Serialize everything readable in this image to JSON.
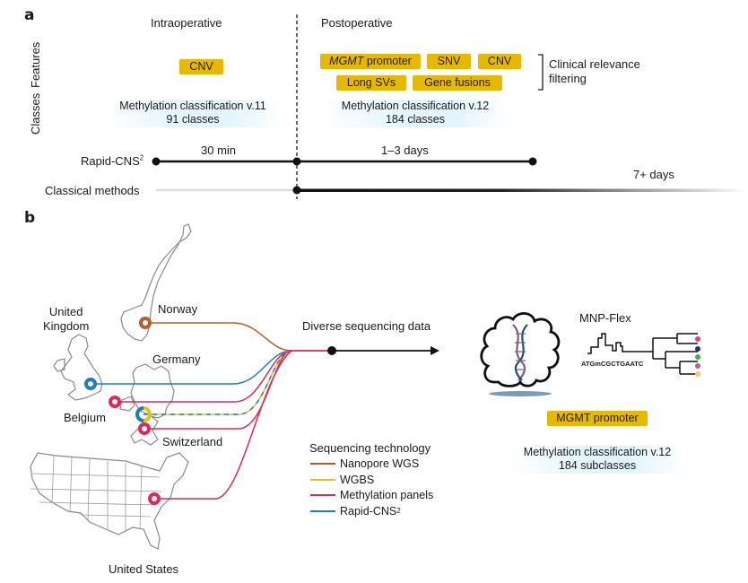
{
  "panel_a": {
    "label": "a",
    "row_labels": {
      "features": "Features",
      "classes": "Classes"
    },
    "intraoperative": {
      "header": "Intraoperative",
      "features": [
        "CNV"
      ],
      "classification": {
        "line1": "Methylation classification v.11",
        "line2": "91 classes"
      }
    },
    "postoperative": {
      "header": "Postoperative",
      "features_row1": [
        {
          "italic": "MGMT",
          "text": " promoter"
        },
        {
          "italic": "",
          "text": "SNV"
        },
        {
          "italic": "",
          "text": "CNV"
        }
      ],
      "features_row2": [
        "Long SVs",
        "Gene fusions"
      ],
      "bracket_label": {
        "line1": "Clinical relevance",
        "line2": "filtering"
      },
      "classification": {
        "line1": "Methylation classification v.12",
        "line2": "184 classes"
      }
    },
    "timeline": {
      "rapid_label": "Rapid-CNS",
      "rapid_sup": "2",
      "classical_label": "Classical methods",
      "segment1": "30 min",
      "segment2": "1–3 days",
      "segment3": "7+ days"
    }
  },
  "panel_b": {
    "label": "b",
    "countries": {
      "uk": {
        "line1": "United",
        "line2": "Kingdom"
      },
      "norway": "Norway",
      "germany": "Germany",
      "belgium": "Belgium",
      "switzerland": "Switzerland",
      "us": "United States"
    },
    "flow_label": "Diverse sequencing data",
    "legend": {
      "title": "Sequencing technology",
      "items": [
        {
          "label": "Nanopore WGS",
          "sup": "",
          "color": "#b85c2c"
        },
        {
          "label": "WGBS",
          "sup": "",
          "color": "#e6be1e"
        },
        {
          "label": "Methylation panels",
          "sup": "",
          "color": "#dc2a5a"
        },
        {
          "label": "Rapid-CNS",
          "sup": "2",
          "color": "#1f7cc1"
        }
      ]
    },
    "classifier": {
      "name": "MNP-Flex",
      "sequence": "ATGmCGCTGAATC",
      "feature_tag": "MGMT promoter",
      "classification": {
        "line1": "Methylation classification v.12",
        "line2": "184 subclasses"
      },
      "leaf_colors": [
        "#e0446a",
        "#1a2f8a",
        "#3cb043",
        "#b060b0",
        "#f5c86a"
      ]
    },
    "colors": {
      "nanopore": "#b85c2c",
      "wgbs": "#e6be1e",
      "panels": "#dc2a5a",
      "rapid": "#1f7cc1",
      "tag": "#e6b800",
      "map_outline": "#8a8a8a"
    }
  }
}
